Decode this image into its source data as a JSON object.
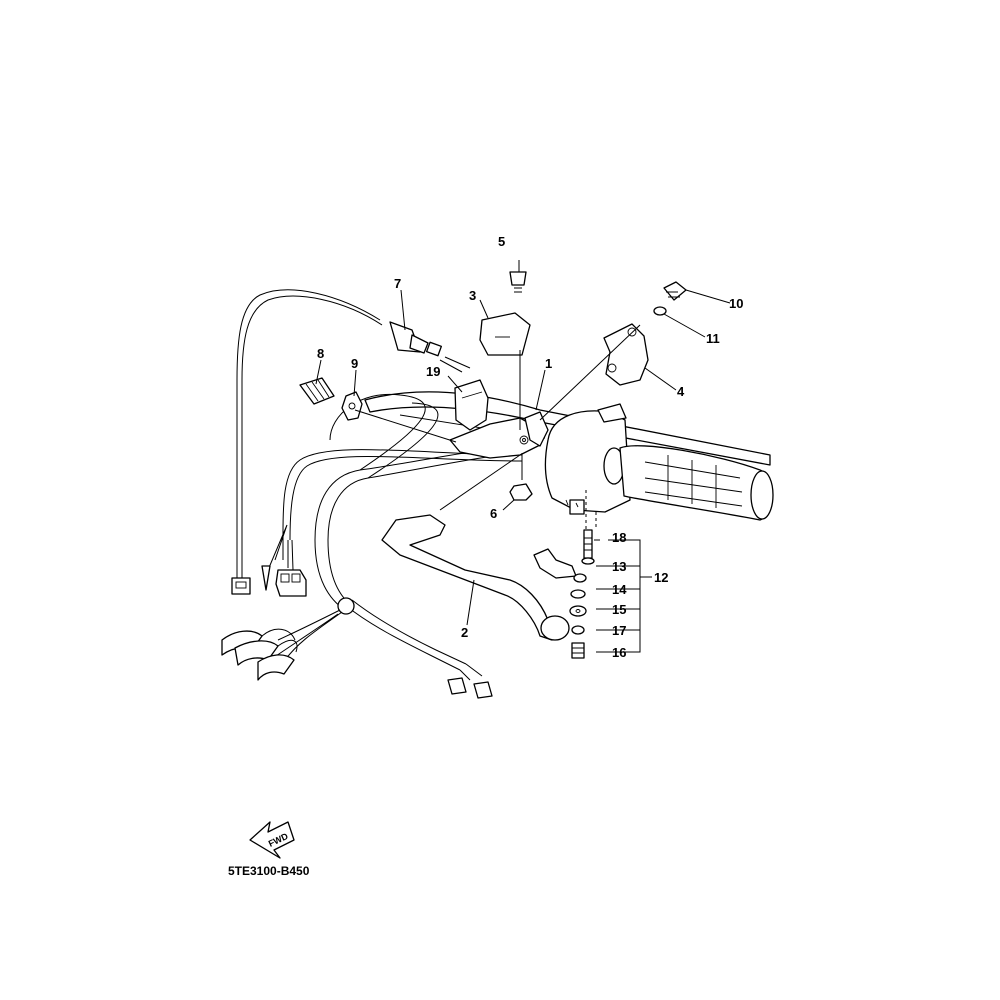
{
  "diagram": {
    "drawing_code": "5TE3100-B450",
    "fwd_label": "FWD",
    "callouts": [
      {
        "id": "c1",
        "text": "1"
      },
      {
        "id": "c2",
        "text": "2"
      },
      {
        "id": "c3",
        "text": "3"
      },
      {
        "id": "c4",
        "text": "4"
      },
      {
        "id": "c5",
        "text": "5"
      },
      {
        "id": "c6",
        "text": "6"
      },
      {
        "id": "c7",
        "text": "7"
      },
      {
        "id": "c8",
        "text": "8"
      },
      {
        "id": "c9",
        "text": "9"
      },
      {
        "id": "c10",
        "text": "10"
      },
      {
        "id": "c11",
        "text": "11"
      },
      {
        "id": "c12",
        "text": "12"
      },
      {
        "id": "c13",
        "text": "13"
      },
      {
        "id": "c14",
        "text": "14"
      },
      {
        "id": "c15",
        "text": "15"
      },
      {
        "id": "c16",
        "text": "16"
      },
      {
        "id": "c17",
        "text": "17"
      },
      {
        "id": "c18",
        "text": "18"
      },
      {
        "id": "c19",
        "text": "19"
      }
    ]
  }
}
